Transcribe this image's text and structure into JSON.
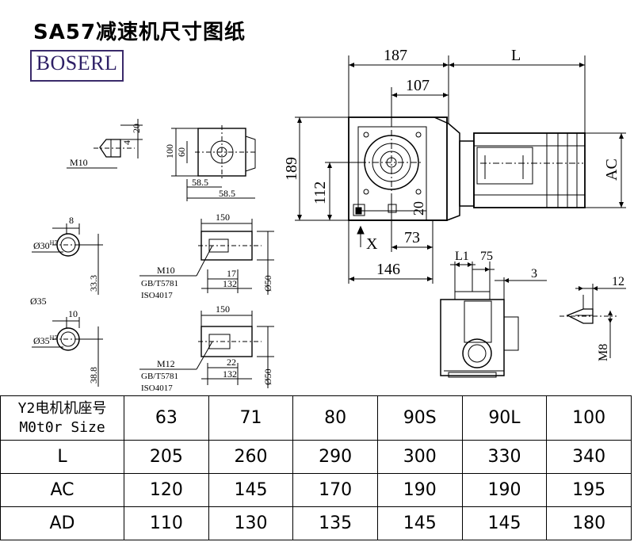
{
  "title": "SA57减速机尺寸图纸",
  "logo": "BOSERL",
  "dims": {
    "top_width": "187",
    "top_length": "L",
    "top_offset": "107",
    "height": "189",
    "center_height": "112",
    "motor_height": "AC",
    "base_20": "20",
    "base_73": "73",
    "base_146": "146",
    "x_label": "X",
    "flange_L1": "L1",
    "flange_75": "75",
    "flange_3": "3",
    "key_12": "12",
    "key_M8": "M8",
    "shaft_20": "20",
    "shaft_4": "4",
    "shaft_M10": "M10",
    "sv_100": "100",
    "sv_60": "60",
    "sv_58_5a": "58.5",
    "sv_58_5b": "58.5",
    "hs1_8": "8",
    "hs1_dia": "Ø30",
    "hs1_tol": "H7",
    "hs1_33": "33.3",
    "hs_group": "Ø35",
    "hs2_10": "10",
    "hs2_dia": "Ø35",
    "hs2_tol": "H7",
    "hs2_38": "38.8",
    "sh1_150": "150",
    "sh1_17": "17",
    "sh1_132": "132",
    "sh1_50": "Ø50",
    "sh1_thread": "M10",
    "sh1_std1": "GB/T5781",
    "sh1_std2": "ISO4017",
    "sh2_150": "150",
    "sh2_22": "22",
    "sh2_132": "132",
    "sh2_50": "Ø50",
    "sh2_thread": "M12",
    "sh2_std1": "GB/T5781",
    "sh2_std2": "ISO4017"
  },
  "table": {
    "header_cn": "Y2电机机座号",
    "header_en": "M0t0r Size",
    "sizes": [
      "63",
      "71",
      "80",
      "90S",
      "90L",
      "100"
    ],
    "rows": [
      {
        "label": "L",
        "values": [
          "205",
          "260",
          "290",
          "300",
          "330",
          "340"
        ]
      },
      {
        "label": "AC",
        "values": [
          "120",
          "145",
          "170",
          "190",
          "190",
          "195"
        ]
      },
      {
        "label": "AD",
        "values": [
          "110",
          "130",
          "135",
          "145",
          "145",
          "180"
        ]
      }
    ]
  }
}
